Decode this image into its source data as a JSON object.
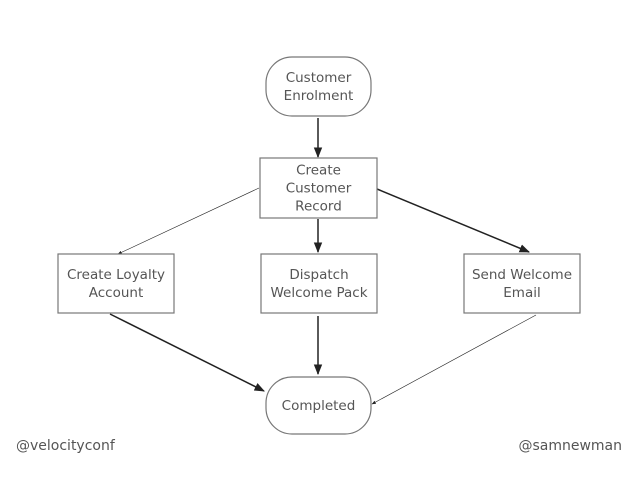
{
  "diagram": {
    "nodes": [
      {
        "id": "enrolment",
        "lines": [
          "Customer",
          "Enrolment"
        ],
        "shape": "rounded"
      },
      {
        "id": "create-record",
        "lines": [
          "Create",
          "Customer",
          "Record"
        ],
        "shape": "rect"
      },
      {
        "id": "loyalty",
        "lines": [
          "Create Loyalty",
          "Account"
        ],
        "shape": "rect"
      },
      {
        "id": "welcome-pack",
        "lines": [
          "Dispatch",
          "Welcome Pack"
        ],
        "shape": "rect"
      },
      {
        "id": "welcome-email",
        "lines": [
          "Send Welcome",
          "Email"
        ],
        "shape": "rect"
      },
      {
        "id": "completed",
        "lines": [
          "Completed"
        ],
        "shape": "rounded"
      }
    ],
    "edges": [
      {
        "from": "enrolment",
        "to": "create-record",
        "weight": "bold"
      },
      {
        "from": "create-record",
        "to": "loyalty",
        "weight": "thin"
      },
      {
        "from": "create-record",
        "to": "welcome-pack",
        "weight": "bold"
      },
      {
        "from": "create-record",
        "to": "welcome-email",
        "weight": "bold"
      },
      {
        "from": "loyalty",
        "to": "completed",
        "weight": "bold"
      },
      {
        "from": "welcome-pack",
        "to": "completed",
        "weight": "bold"
      },
      {
        "from": "welcome-email",
        "to": "completed",
        "weight": "thin"
      }
    ]
  },
  "footer": {
    "left_handle": "@velocityconf",
    "right_handle": "@samnewman"
  },
  "colors": {
    "stroke": "#777777",
    "edge": "#222222",
    "text": "#555555"
  }
}
